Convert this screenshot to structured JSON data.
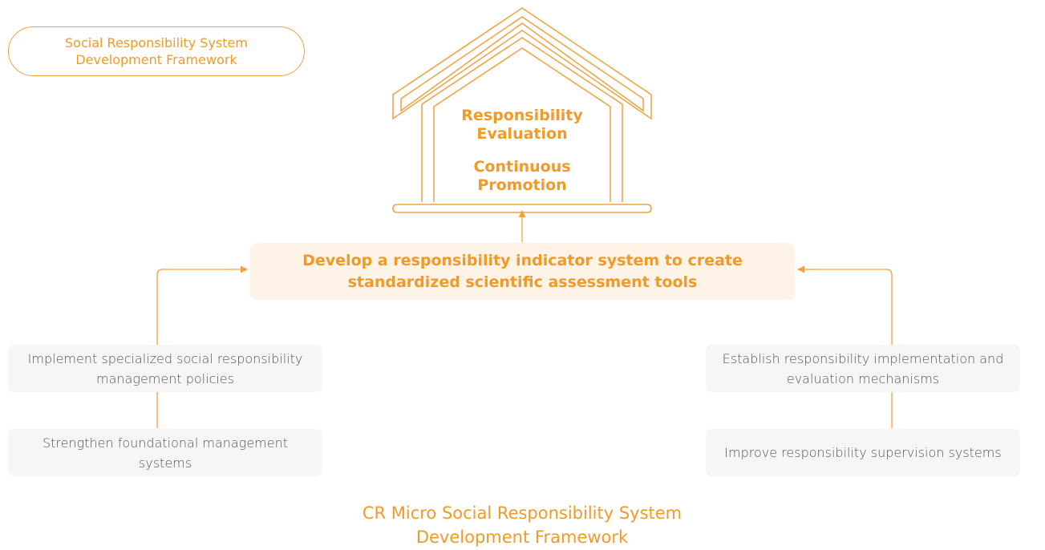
{
  "tag_label": "Social Responsibility System Development Framework",
  "house": {
    "line1": "Responsibility Evaluation",
    "line2": "Continuous Promotion"
  },
  "center_box": "Develop a responsibility indicator system to create standardized scientific assessment tools",
  "left": {
    "top": "Implement specialized social responsibility management policies",
    "bottom": "Strengthen foundational management systems"
  },
  "right": {
    "top": "Establish responsibility implementation and evaluation mechanisms",
    "bottom": "Improve responsibility supervision systems"
  },
  "caption": "CR Micro Social Responsibility System Development Framework",
  "colors": {
    "accent": "#f09a2a",
    "line": "#f0a040",
    "center_box_bg": "#fdf3e6",
    "gray_box_bg": "#f5f6f5",
    "gray_text": "#555555"
  }
}
